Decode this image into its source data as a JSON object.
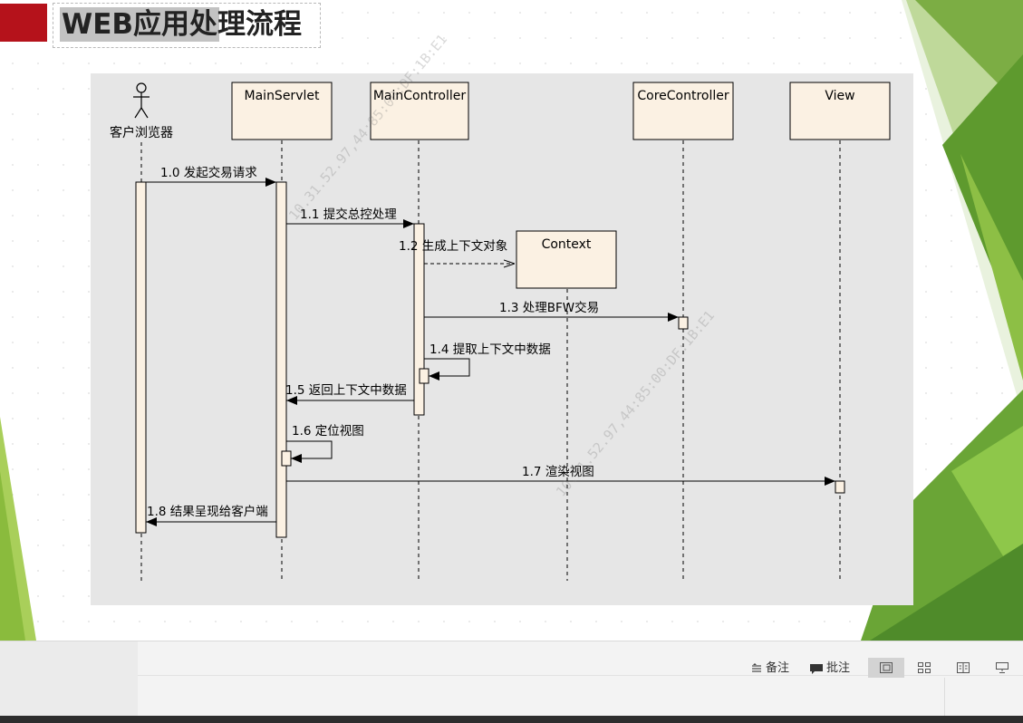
{
  "slide": {
    "title": "WEB应用处理流程",
    "accent_color": "#b5121b",
    "diagram_background": "#e6e6e6"
  },
  "diagram": {
    "type": "sequence",
    "actor": {
      "label": "客户浏览器"
    },
    "lifelines": [
      {
        "id": "servlet",
        "label": "MainServlet"
      },
      {
        "id": "controller",
        "label": "MainController"
      },
      {
        "id": "context",
        "label": "Context"
      },
      {
        "id": "core",
        "label": "CoreController"
      },
      {
        "id": "view",
        "label": "View"
      }
    ],
    "messages": [
      {
        "label": "1.0 发起交易请求",
        "from": "actor",
        "to": "servlet"
      },
      {
        "label": "1.1 提交总控处理",
        "from": "servlet",
        "to": "controller"
      },
      {
        "label": "1.2 生成上下文对象",
        "from": "controller",
        "to": "context"
      },
      {
        "label": "1.3 处理BFW交易",
        "from": "controller",
        "to": "core"
      },
      {
        "label": "1.4 提取上下文中数据",
        "from": "controller",
        "to": "controller"
      },
      {
        "label": "1.5 返回上下文中数据",
        "from": "controller",
        "to": "servlet"
      },
      {
        "label": "1.6 定位视图",
        "from": "servlet",
        "to": "servlet"
      },
      {
        "label": "1.7 渲染视图",
        "from": "servlet",
        "to": "view"
      },
      {
        "label": "1.8 结果呈现给客户端",
        "from": "servlet",
        "to": "actor"
      }
    ]
  },
  "watermark": {
    "text": "10.31.52.97,44:85:00:DF:1B:E1"
  },
  "statusbar": {
    "notes_label": "备注",
    "comments_label": "批注",
    "notes_icon": "notes-icon",
    "comments_icon": "comment-icon",
    "view_icons": [
      "normal-view-icon",
      "slide-sorter-icon",
      "reading-view-icon",
      "slideshow-icon"
    ]
  }
}
